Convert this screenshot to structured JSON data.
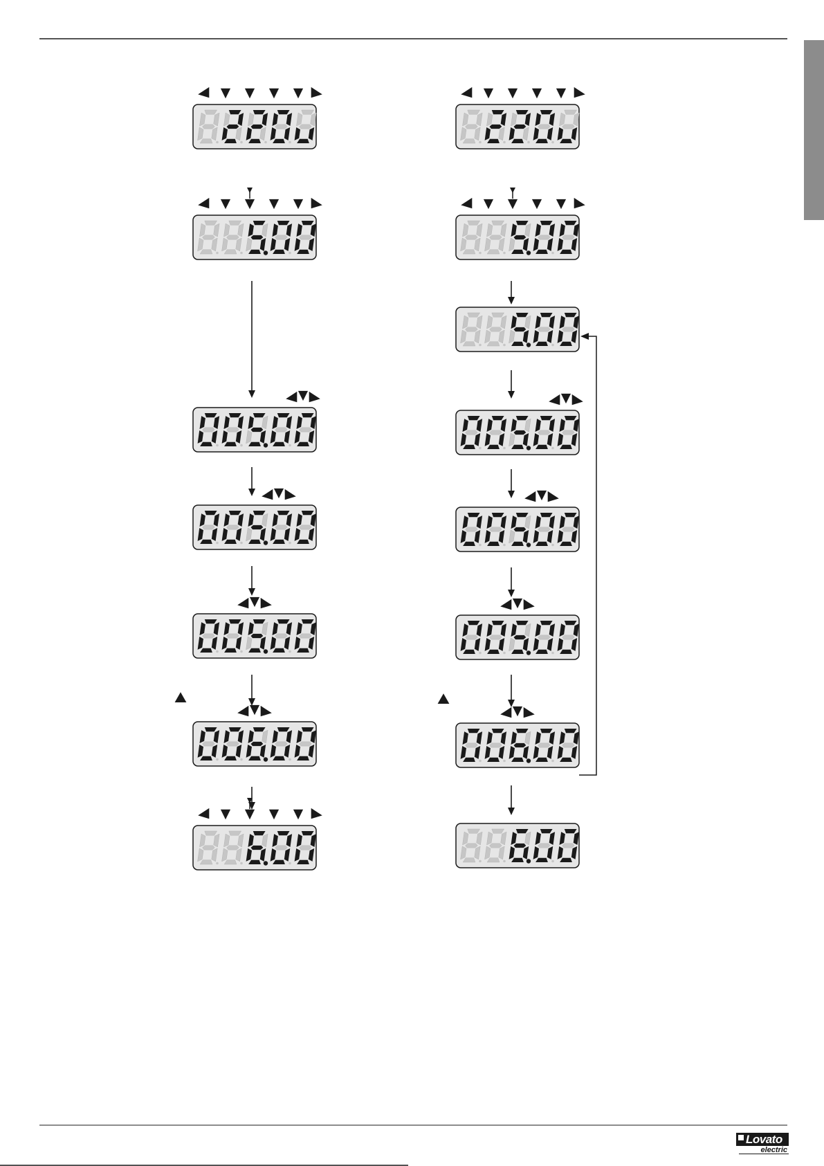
{
  "brand": {
    "name": "Lovato",
    "sub": "electric"
  },
  "colors": {
    "ink": "#1a1a1a",
    "lcd_face": "#e6e6e6",
    "lcd_ghost": "#c6c6c6",
    "side_tab": "#8c8c8c"
  },
  "sequences": [
    {
      "displays": [
        {
          "lit": [
            null,
            "2",
            "2",
            "0",
            "u"
          ],
          "dots": [
            false,
            false,
            false,
            false
          ],
          "arrows": "top-row"
        },
        {
          "lit": [
            null,
            null,
            "5",
            "0",
            "0"
          ],
          "dots": [
            false,
            false,
            true,
            false
          ],
          "arrows": "top-row-select",
          "select_col": 2
        },
        {
          "lit": [
            "0",
            "0",
            "5",
            "0",
            "0"
          ],
          "dots": [
            false,
            false,
            true,
            false
          ],
          "arrows": "cursor",
          "cursor_col": 4
        },
        {
          "lit": [
            "0",
            "0",
            "5",
            "0",
            "0"
          ],
          "dots": [
            false,
            false,
            true,
            false
          ],
          "arrows": "cursor",
          "cursor_col": 3
        },
        {
          "lit": [
            "0",
            "0",
            "5",
            "0",
            "0"
          ],
          "dots": [
            false,
            false,
            true,
            false
          ],
          "arrows": "cursor",
          "cursor_col": 2
        },
        {
          "lit": [
            "0",
            "0",
            "6",
            "0",
            "0"
          ],
          "dots": [
            false,
            false,
            true,
            false
          ],
          "arrows": "cursor",
          "cursor_col": 2,
          "key_up": true
        },
        {
          "lit": [
            null,
            null,
            "6",
            "0",
            "0"
          ],
          "dots": [
            false,
            false,
            true,
            false
          ],
          "arrows": "top-row-select",
          "select_col": 2
        }
      ]
    },
    {
      "displays": [
        {
          "lit": [
            null,
            "2",
            "2",
            "0",
            "u"
          ],
          "dots": [
            false,
            false,
            false,
            false
          ],
          "arrows": "top-row"
        },
        {
          "lit": [
            null,
            null,
            "5",
            "0",
            "0"
          ],
          "dots": [
            false,
            false,
            true,
            false
          ],
          "arrows": "top-row-select",
          "select_col": 2
        },
        {
          "lit": [
            null,
            null,
            "5",
            "0",
            "0"
          ],
          "dots": [
            false,
            false,
            true,
            false
          ],
          "arrows": "none"
        },
        {
          "lit": [
            "0",
            "0",
            "5",
            "0",
            "0"
          ],
          "dots": [
            false,
            false,
            true,
            false
          ],
          "arrows": "cursor",
          "cursor_col": 4
        },
        {
          "lit": [
            "0",
            "0",
            "5",
            "0",
            "0"
          ],
          "dots": [
            false,
            false,
            true,
            false
          ],
          "arrows": "cursor",
          "cursor_col": 3
        },
        {
          "lit": [
            "0",
            "0",
            "5",
            "0",
            "0"
          ],
          "dots": [
            false,
            false,
            true,
            false
          ],
          "arrows": "cursor",
          "cursor_col": 2
        },
        {
          "lit": [
            "0",
            "0",
            "6",
            "0",
            "0"
          ],
          "dots": [
            false,
            false,
            true,
            false
          ],
          "arrows": "cursor",
          "cursor_col": 2,
          "key_up": true
        },
        {
          "lit": [
            null,
            null,
            "6",
            "0",
            "0"
          ],
          "dots": [
            false,
            false,
            true,
            false
          ],
          "arrows": "none"
        }
      ]
    }
  ]
}
